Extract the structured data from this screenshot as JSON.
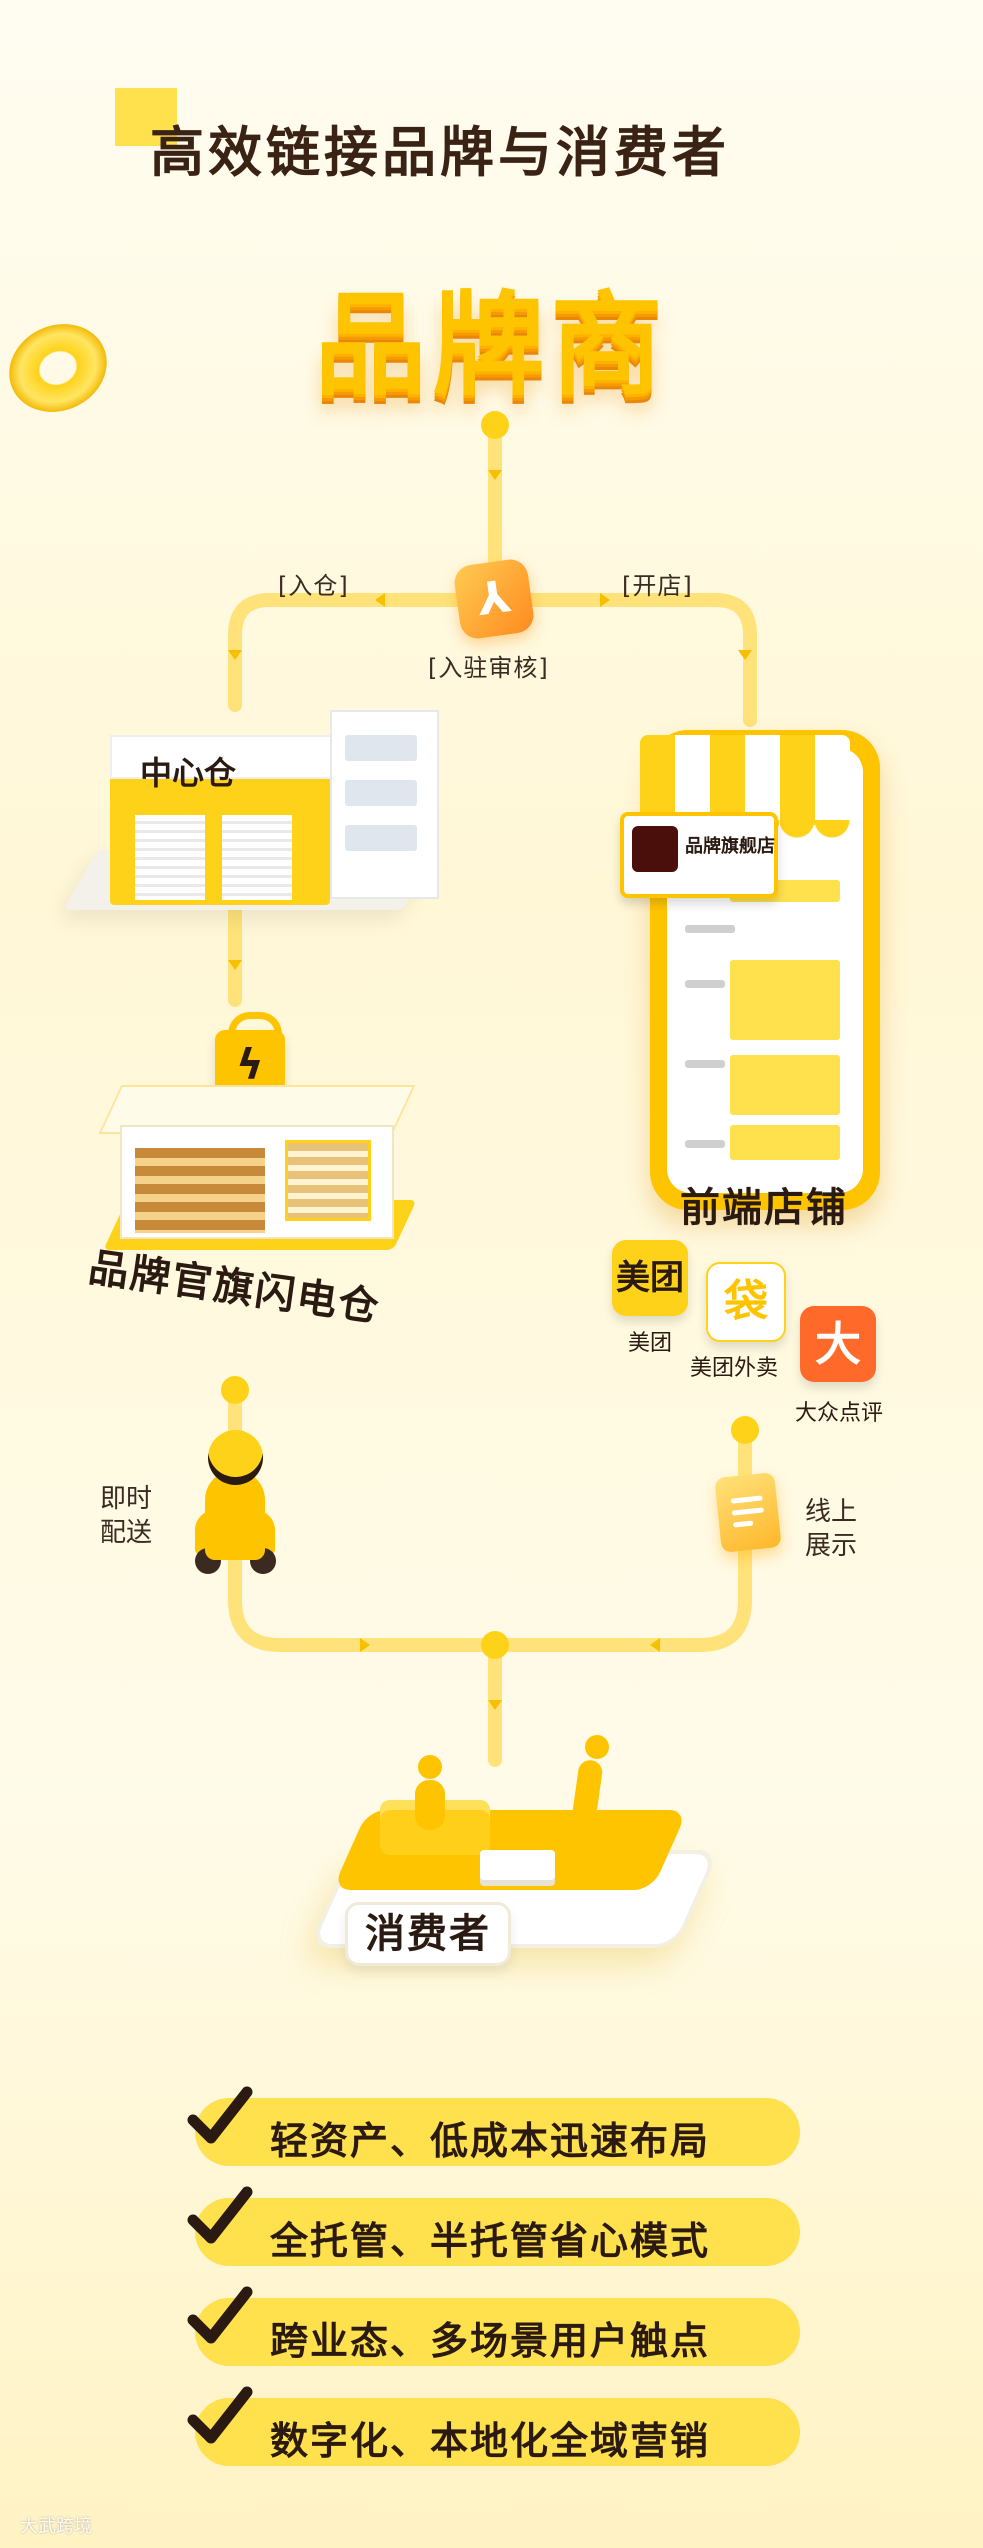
{
  "header": {
    "title": "高效链接品牌与消费者"
  },
  "brand": {
    "label": "品牌商"
  },
  "flow": {
    "stock_in": "[入仓]",
    "open_store": "[开店]",
    "audit": "[入驻审核]",
    "delivery": [
      "即时",
      "配送"
    ],
    "online": [
      "线上",
      "展示"
    ]
  },
  "nodes": {
    "warehouse": {
      "sign": "中心仓"
    },
    "flash_store": {
      "label": "品牌官旗闪电仓"
    },
    "front_store": {
      "label": "前端店铺",
      "shop_name": "品牌旗舰店"
    },
    "consumer": {
      "label": "消费者"
    }
  },
  "apps": [
    {
      "name": "美团",
      "glyph": "美团"
    },
    {
      "name": "美团外卖",
      "glyph": "袋"
    },
    {
      "name": "大众点评",
      "glyph": "大"
    }
  ],
  "benefits": [
    "轻资产、低成本迅速布局",
    "全托管、半托管省心模式",
    "跨业态、多场景用户触点",
    "数字化、本地化全域营销"
  ],
  "watermark": "大武跨境",
  "colors": {
    "accent": "#ffc400",
    "track": "#ffe37a",
    "text": "#2b1a12"
  }
}
